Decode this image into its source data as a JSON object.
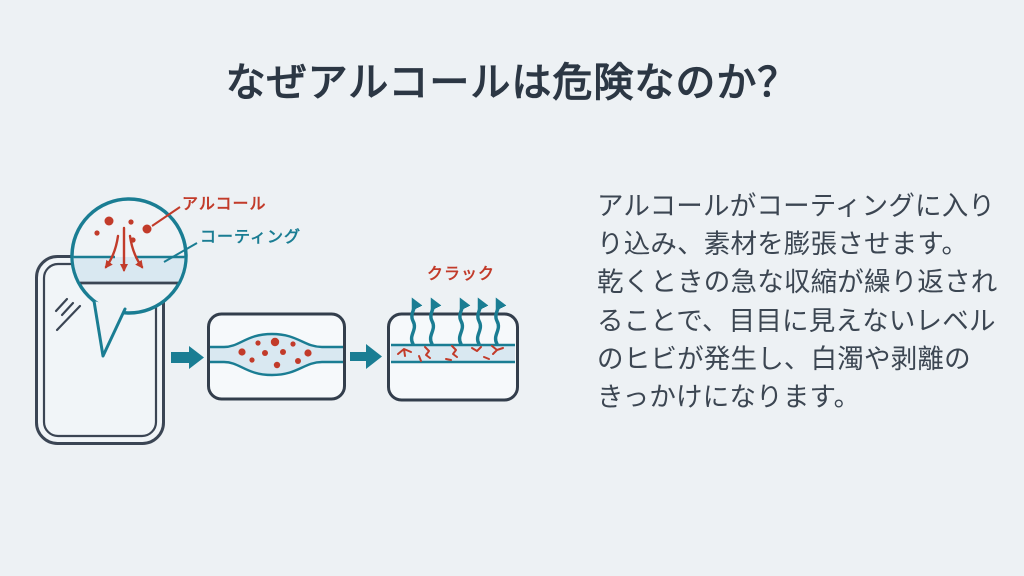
{
  "slide": {
    "title": "なぜアルコールは危険なのか？",
    "background_color": "#edf1f4"
  },
  "diagram": {
    "description": "phone-surface-magnified-alcohol-penetration-sequence",
    "labels": {
      "alcohol": "アルコール",
      "coating": "コーティング",
      "crack": "クラック"
    },
    "steps": [
      "alcohol-droplets-penetrate-coating",
      "coating-swells-with-absorbed-alcohol",
      "drying-shrinkage-creates-cracks"
    ]
  },
  "body": {
    "lines": [
      "アルコールがコーティングに入り",
      "り込み、素材を膨張させます。",
      "乾くときの急な収縮が繰り返され",
      "ることで、目目に見えないレベル",
      "のヒビが発生し、白濁や剥離の",
      "きっかけになります。"
    ]
  },
  "colors": {
    "accent_red": "#c23b2a",
    "accent_teal": "#1a7d93",
    "ink_dark": "#2c3744",
    "body_ink": "#3c4652",
    "coating_fill": "#d9e8f1",
    "panel_fill": "#f6f9fb"
  }
}
